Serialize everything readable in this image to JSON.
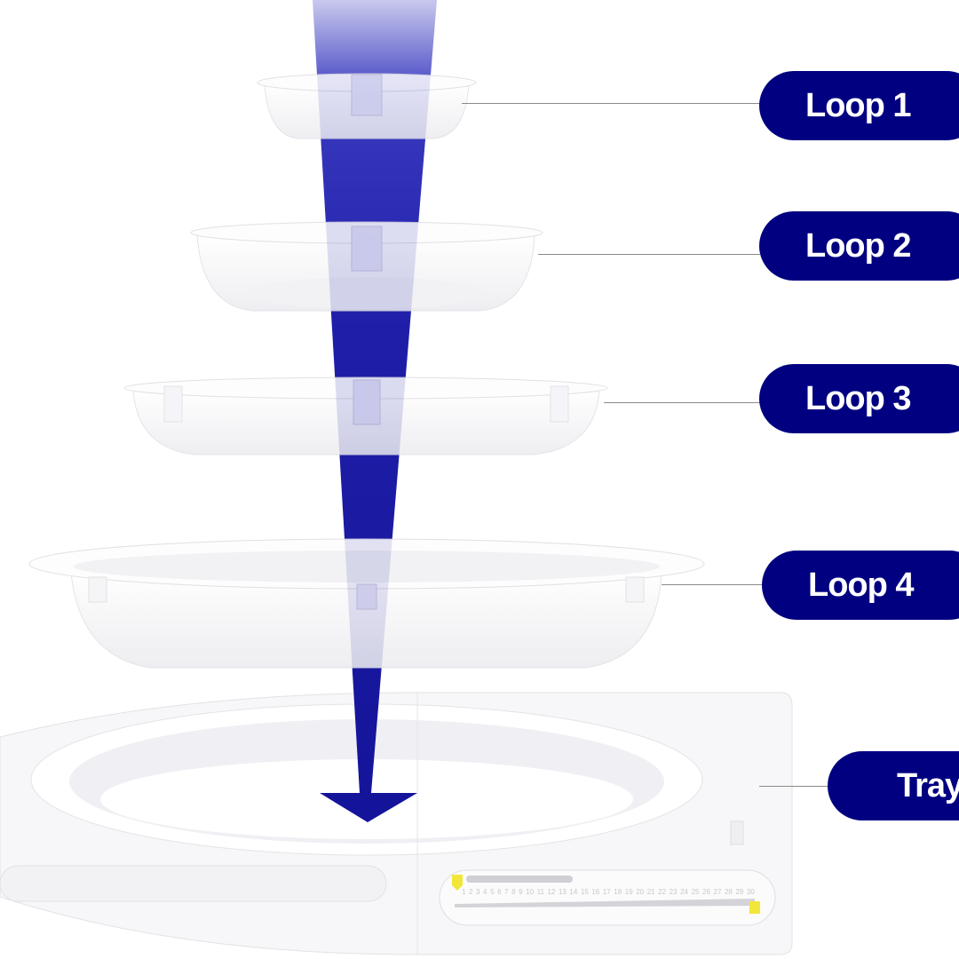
{
  "labels": {
    "loop1": "Loop 1",
    "loop2": "Loop 2",
    "loop3": "Loop 3",
    "loop4": "Loop 4",
    "tray": "Tray"
  },
  "ruler_numbers": [
    "1",
    "2",
    "3",
    "4",
    "5",
    "6",
    "7",
    "8",
    "9",
    "10",
    "11",
    "12",
    "13",
    "14",
    "15",
    "16",
    "17",
    "18",
    "19",
    "20",
    "21",
    "22",
    "23",
    "24",
    "25",
    "26",
    "27",
    "28",
    "29",
    "30"
  ],
  "colors": {
    "pill": "#000080",
    "arrow": "#1a1aa0",
    "accent_yellow": "#f2e63a"
  }
}
